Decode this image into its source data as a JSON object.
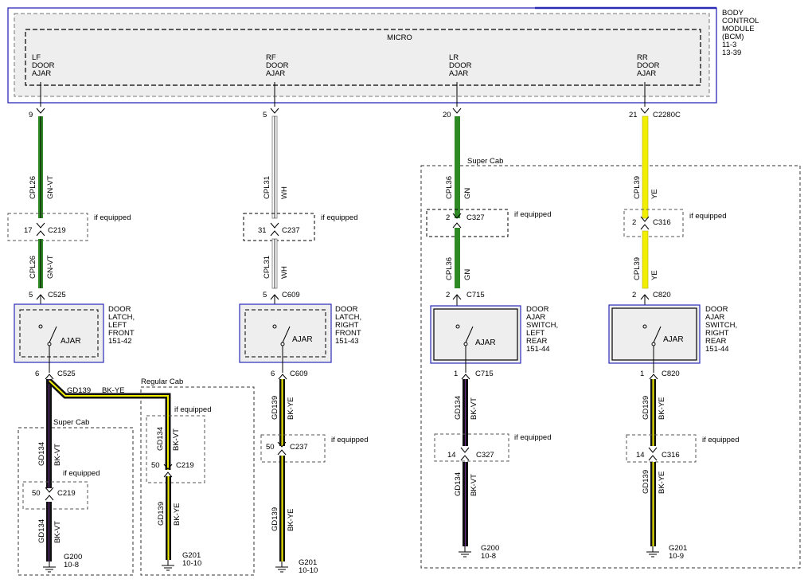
{
  "bcm": {
    "micro_label": "MICRO",
    "module_label": [
      "BODY",
      "CONTROL",
      "MODULE",
      "(BCM)",
      "11-3",
      "13-39"
    ],
    "inputs": [
      [
        "LF",
        "DOOR",
        "AJAR"
      ],
      [
        "RF",
        "DOOR",
        "AJAR"
      ],
      [
        "LR",
        "DOOR",
        "AJAR"
      ],
      [
        "RR",
        "DOOR",
        "AJAR"
      ]
    ],
    "connector": "C2280C"
  },
  "branches": [
    {
      "bcm_pin": "9",
      "wire_top": {
        "circuit": "CPL26",
        "color": "GN-VT"
      },
      "inline_connector": {
        "pin": "17",
        "name": "C219",
        "note": "if equipped"
      },
      "wire_mid": {
        "circuit": "CPL26",
        "color": "GN-VT"
      },
      "switch_in": {
        "pin": "5",
        "name": "C525"
      },
      "switch": {
        "inner_label": "AJAR",
        "label": [
          "DOOR",
          "LATCH,",
          "LEFT",
          "FRONT",
          "151-42"
        ]
      },
      "switch_out": {
        "pin": "6",
        "name": "C525"
      }
    },
    {
      "bcm_pin": "5",
      "wire_top": {
        "circuit": "CPL31",
        "color": "WH"
      },
      "inline_connector": {
        "pin": "31",
        "name": "C237",
        "note": "if equipped"
      },
      "wire_mid": {
        "circuit": "CPL31",
        "color": "WH"
      },
      "switch_in": {
        "pin": "5",
        "name": "C609"
      },
      "switch": {
        "inner_label": "AJAR",
        "label": [
          "DOOR",
          "LATCH,",
          "RIGHT",
          "FRONT",
          "151-43"
        ]
      },
      "switch_out": {
        "pin": "6",
        "name": "C609"
      },
      "wire_low": {
        "circuit": "GD139",
        "color": "BK-YE"
      },
      "ground_connector": {
        "pin": "50",
        "name": "C237",
        "note": "if equipped"
      },
      "wire_ground": {
        "circuit": "GD139",
        "color": "BK-YE"
      },
      "ground": {
        "name": "G201",
        "ref": "10-10"
      }
    },
    {
      "bcm_pin": "20",
      "section_label": "Super Cab",
      "wire_top": {
        "circuit": "CPL36",
        "color": "GN"
      },
      "inline_connector": {
        "pin": "2",
        "name": "C327",
        "note": "if equipped"
      },
      "wire_mid": {
        "circuit": "CPL36",
        "color": "GN"
      },
      "switch_in": {
        "pin": "2",
        "name": "C715"
      },
      "switch": {
        "inner_label": "AJAR",
        "label": [
          "DOOR",
          "AJAR",
          "SWITCH,",
          "LEFT",
          "REAR",
          "151-44"
        ]
      },
      "switch_out": {
        "pin": "1",
        "name": "C715"
      },
      "wire_low": {
        "circuit": "GD134",
        "color": "BK-VT"
      },
      "ground_connector": {
        "pin": "14",
        "name": "C327",
        "note": "if equipped"
      },
      "wire_ground": {
        "circuit": "GD134",
        "color": "BK-VT"
      },
      "ground": {
        "name": "G200",
        "ref": "10-8"
      }
    },
    {
      "bcm_pin": "21",
      "wire_top": {
        "circuit": "CPL39",
        "color": "YE"
      },
      "inline_connector": {
        "pin": "2",
        "name": "C316",
        "note": "if equipped"
      },
      "wire_mid": {
        "circuit": "CPL39",
        "color": "YE"
      },
      "switch_in": {
        "pin": "2",
        "name": "C820"
      },
      "switch": {
        "inner_label": "AJAR",
        "label": [
          "DOOR",
          "AJAR",
          "SWITCH,",
          "RIGHT",
          "REAR",
          "151-44"
        ]
      },
      "switch_out": {
        "pin": "1",
        "name": "C820"
      },
      "wire_low": {
        "circuit": "GD139",
        "color": "BK-YE"
      },
      "ground_connector": {
        "pin": "14",
        "name": "C316",
        "note": "if equipped"
      },
      "wire_ground": {
        "circuit": "GD139",
        "color": "BK-YE"
      },
      "ground": {
        "name": "G201",
        "ref": "10-9"
      }
    }
  ],
  "lf_ground": {
    "bridge_wire": {
      "circuit": "GD139",
      "color": "BK-YE"
    },
    "super_cab": {
      "section_label": "Super Cab",
      "wire_top": {
        "circuit": "GD134",
        "color": "BK-VT"
      },
      "connector": {
        "pin": "50",
        "name": "C219",
        "note": "if equipped"
      },
      "wire_bottom": {
        "circuit": "GD134",
        "color": "BK-VT"
      },
      "ground": {
        "name": "G200",
        "ref": "10-8"
      }
    },
    "regular_cab": {
      "section_label": "Regular Cab",
      "wire_top": {
        "circuit": "GD134",
        "color": "BK-VT"
      },
      "connector": {
        "pin": "50",
        "name": "C219",
        "note": "if equipped"
      },
      "wire_bottom": {
        "circuit": "GD139",
        "color": "BK-YE"
      },
      "ground": {
        "name": "G201",
        "ref": "10-10"
      }
    }
  },
  "colors": {
    "green": "#2f8a26",
    "violet_stripe": "#000000",
    "white_wire": "#ffffff",
    "yellow": "#f2ee00",
    "black": "#111111",
    "module_border": "#2b2bb8",
    "box_fill": "#eeeeee"
  }
}
